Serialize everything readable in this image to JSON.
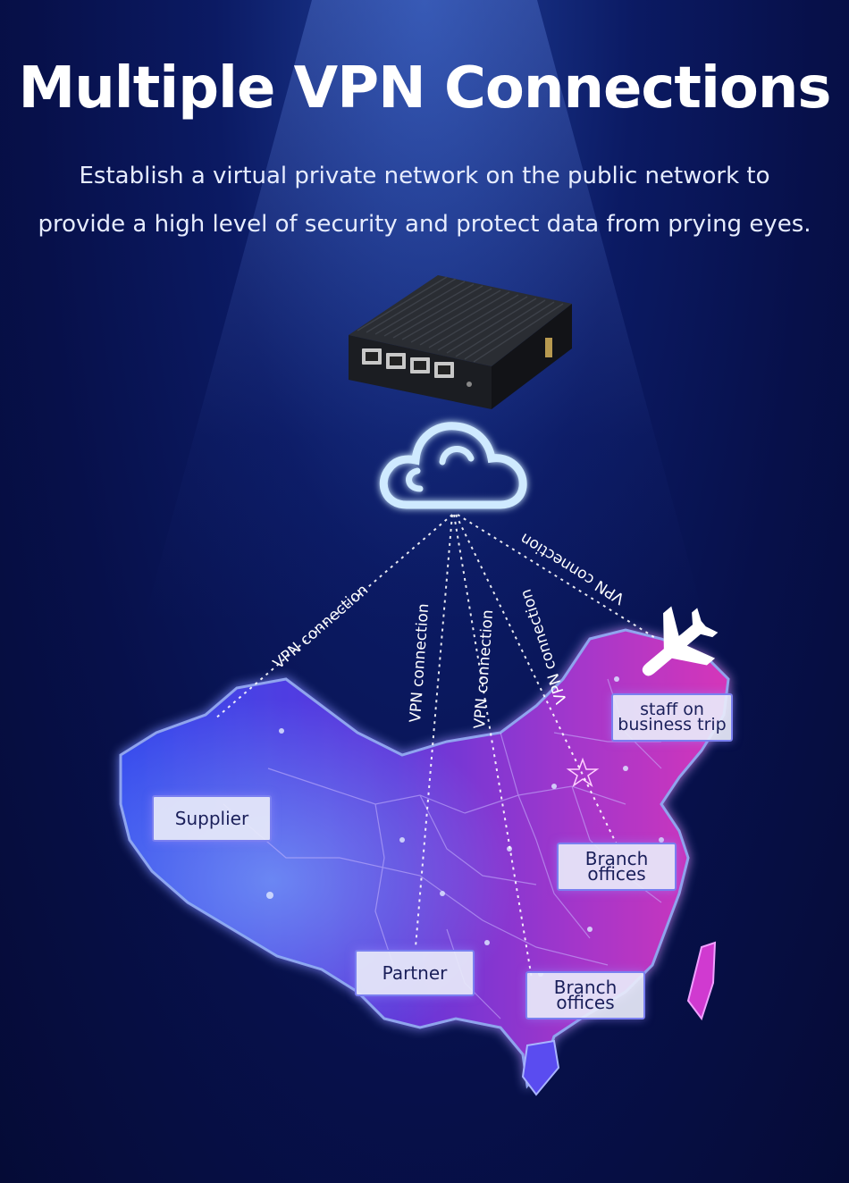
{
  "header": {
    "title": "Multiple VPN Connections",
    "subtitle_line1": "Establish a virtual private network on the public network to",
    "subtitle_line2": "provide a high level of security and protect data from prying eyes."
  },
  "connections": [
    {
      "label": "VPN connection"
    },
    {
      "label": "VPN connection"
    },
    {
      "label": "VPN connection"
    },
    {
      "label": "VPN connection"
    },
    {
      "label": "VPN connection"
    }
  ],
  "nodes": {
    "supplier": "Supplier",
    "partner": "Partner",
    "branch1_line1": "Branch",
    "branch1_line2": "offices",
    "branch2_line1": "Branch",
    "branch2_line2": "offices",
    "staff_line1": "staff on",
    "staff_line2": "business trip"
  },
  "colors": {
    "background": "#0b1a63",
    "map_west": "#3a4bf0",
    "map_east": "#e236c8",
    "cloud_glow": "#8fd8ff",
    "label_bg": "#e8eafa"
  },
  "icons": {
    "device": "mini-pc-router-icon",
    "cloud": "cloud-icon",
    "plane": "airplane-icon"
  }
}
